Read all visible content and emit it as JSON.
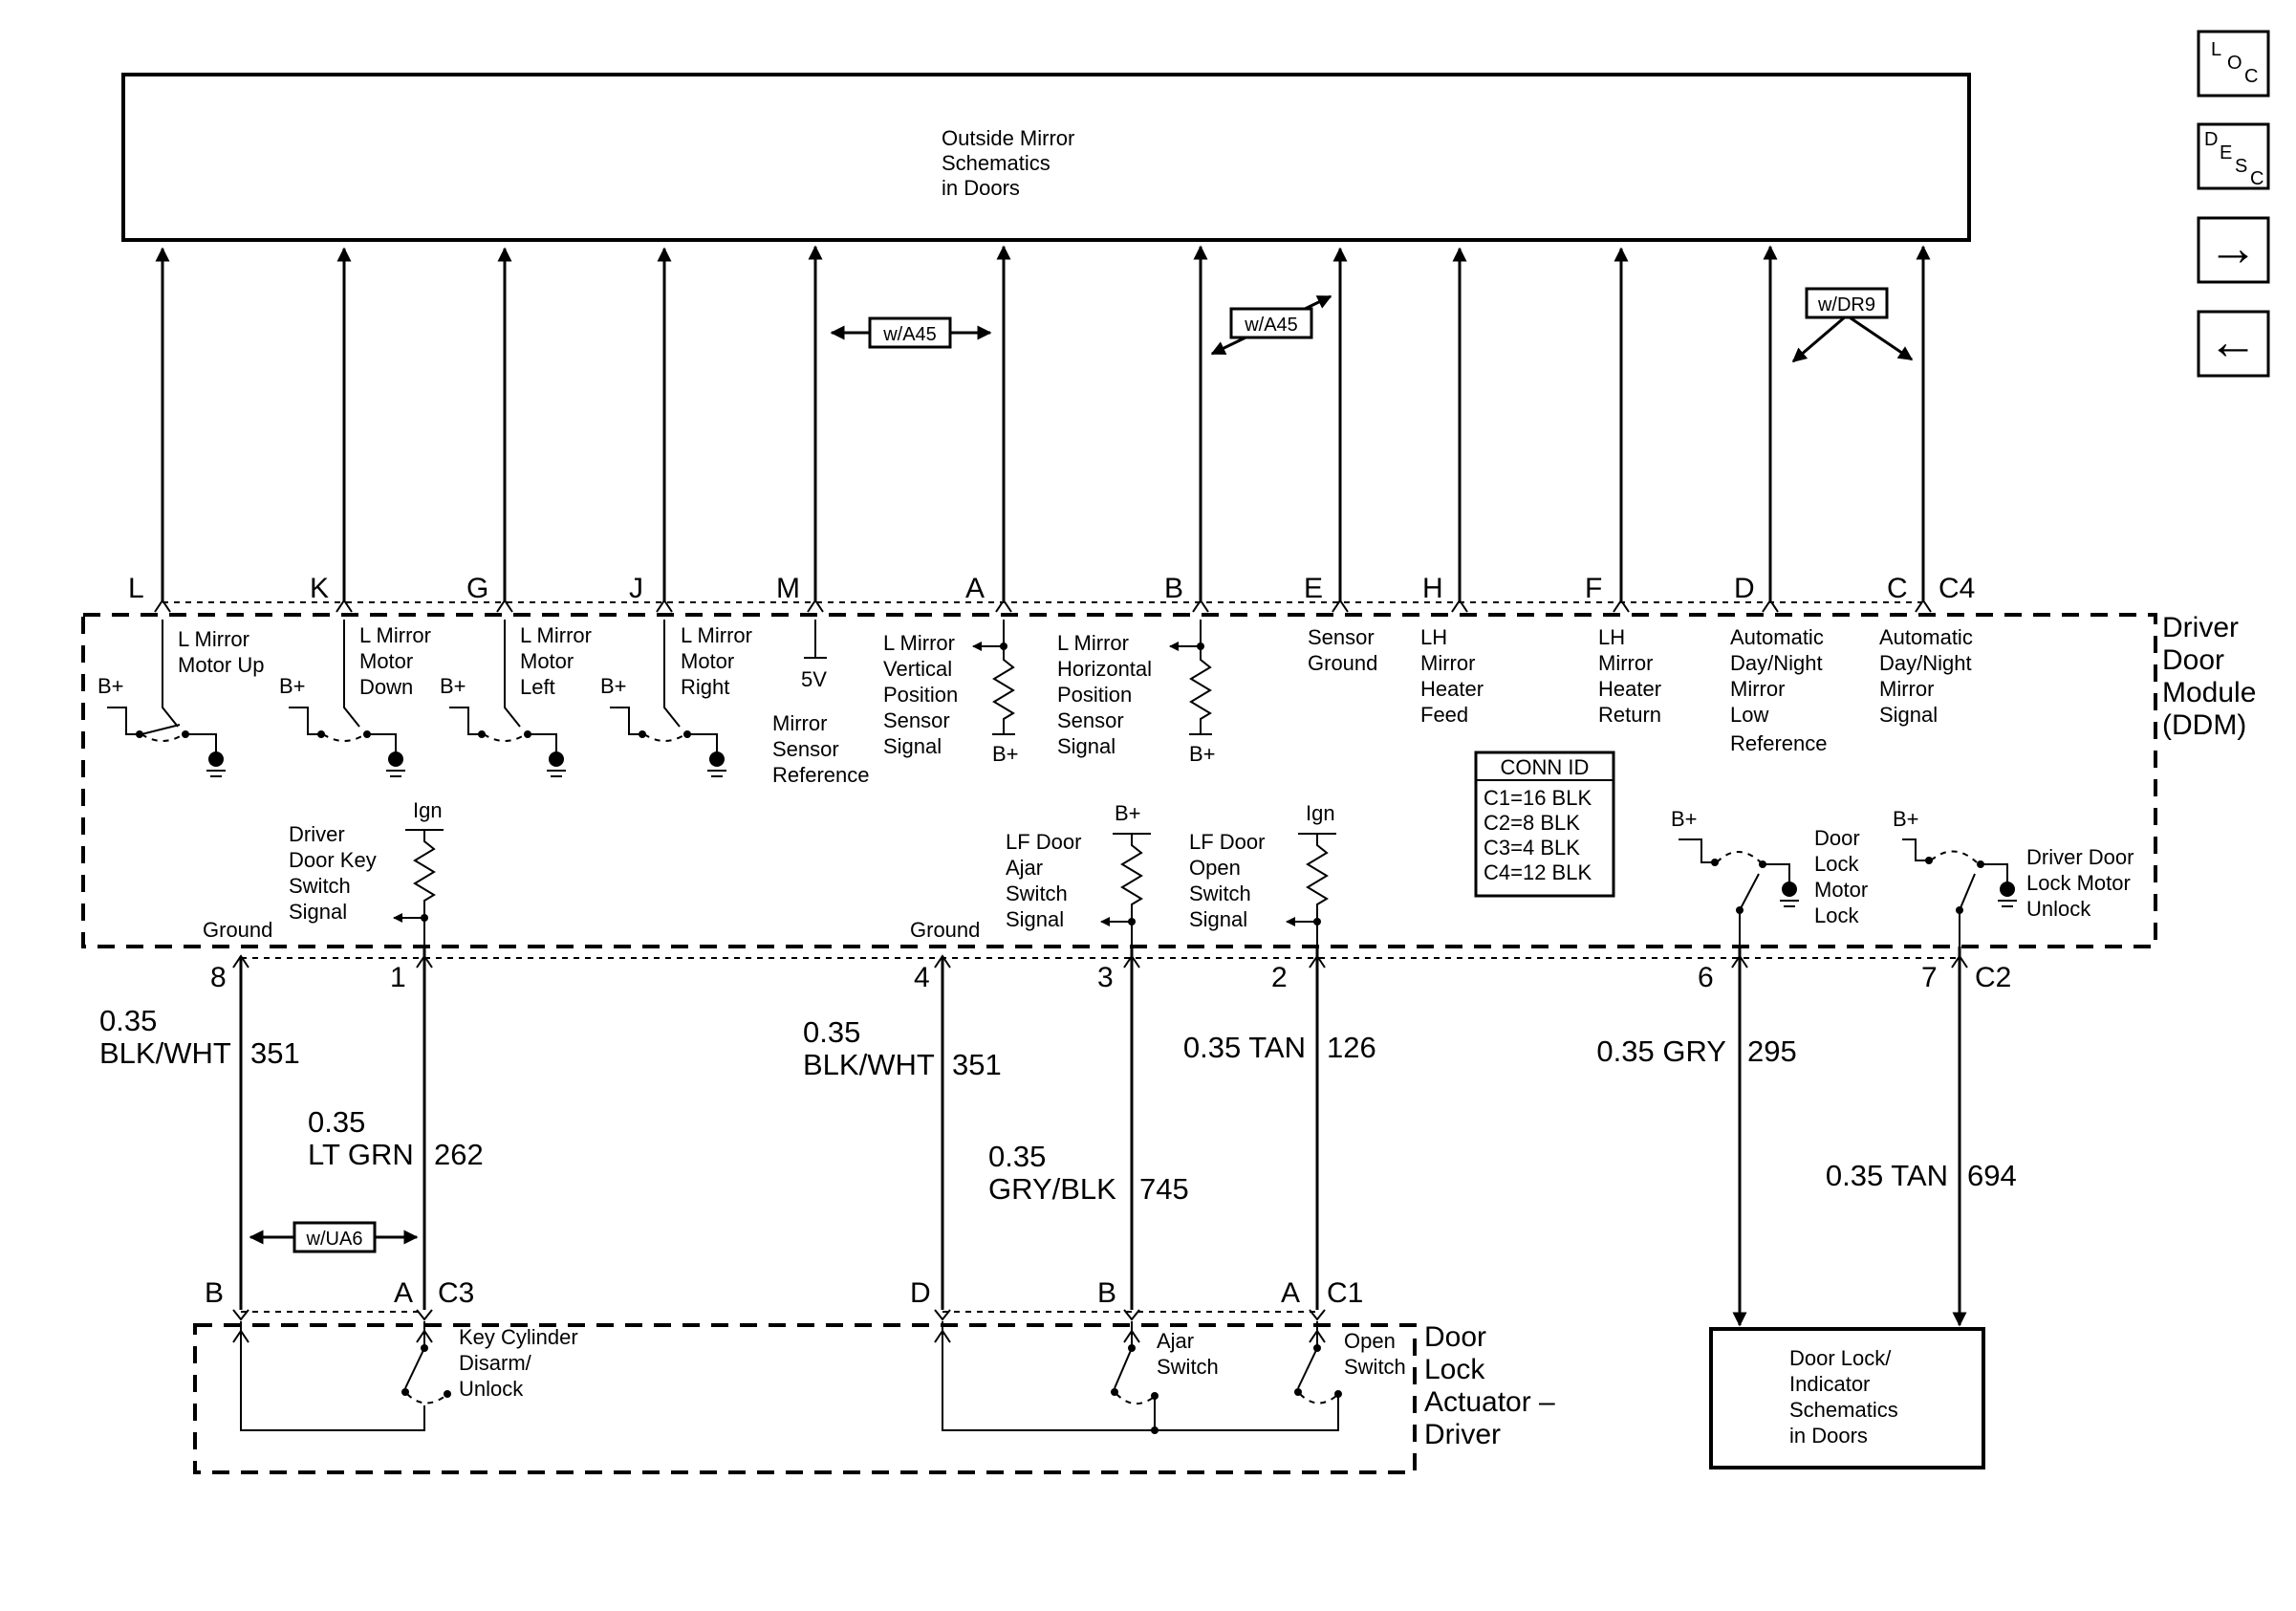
{
  "top_box": {
    "lines": [
      "Outside Mirror",
      "Schematics",
      "in Doors"
    ]
  },
  "module": {
    "lines": [
      "Driver",
      "Door",
      "Module",
      "(DDM)"
    ]
  },
  "actuator": {
    "lines": [
      "Door",
      "Lock",
      "Actuator –",
      "Driver"
    ]
  },
  "bottom_box": {
    "lines": [
      "Door Lock/",
      "Indicator",
      "Schematics",
      "in Doors"
    ]
  },
  "nav": {
    "loc": [
      "L",
      "O",
      "C"
    ],
    "desc": [
      "D",
      "E",
      "S",
      "C"
    ],
    "forward": "→",
    "back": "←"
  },
  "options": {
    "a45_left": "w/A45",
    "a45_right": "w/A45",
    "dr9": "w/DR9",
    "ua6": "w/UA6"
  },
  "conn_id": {
    "title": "CONN ID",
    "rows": [
      "C1=16 BLK",
      "C2=8 BLK",
      "C3=4 BLK",
      "C4=12 BLK"
    ]
  },
  "c4": {
    "name": "C4",
    "pins": [
      "L",
      "K",
      "G",
      "J",
      "M",
      "A",
      "B",
      "E",
      "H",
      "F",
      "D",
      "C"
    ],
    "circuits": [
      [
        "L Mirror",
        "Motor Up"
      ],
      [
        "L Mirror",
        "Motor",
        "Down"
      ],
      [
        "L Mirror",
        "Motor",
        "Left"
      ],
      [
        "L Mirror",
        "Motor",
        "Right"
      ],
      [
        "Mirror",
        "Sensor",
        "Reference"
      ],
      [
        "L Mirror",
        "Vertical",
        "Position",
        "Sensor",
        "Signal"
      ],
      [
        "L Mirror",
        "Horizontal",
        "Position",
        "Sensor",
        "Signal"
      ],
      [
        "Sensor",
        "Ground"
      ],
      [
        "LH",
        "Mirror",
        "Heater",
        "Feed"
      ],
      [
        "LH",
        "Mirror",
        "Heater",
        "Return"
      ],
      [
        "Automatic",
        "Day/Night",
        "Mirror",
        "Low",
        "Reference"
      ],
      [
        "Automatic",
        "Day/Night",
        "Mirror",
        "Signal"
      ]
    ]
  },
  "power": {
    "bplus": "B+",
    "ign": "Ign",
    "five_v": "5V",
    "ground": "Ground"
  },
  "c2_circuits": {
    "key_switch": [
      "Driver",
      "Door Key",
      "Switch",
      "Signal"
    ],
    "ajar": [
      "LF Door",
      "Ajar",
      "Switch",
      "Signal"
    ],
    "open": [
      "LF Door",
      "Open",
      "Switch",
      "Signal"
    ],
    "lock": [
      "Door",
      "Lock",
      "Motor",
      "Lock"
    ],
    "unlock": [
      "Driver Door",
      "Lock Motor",
      "Unlock"
    ]
  },
  "c2": {
    "name": "C2",
    "pins": [
      "8",
      "1",
      "4",
      "3",
      "2",
      "6",
      "7"
    ]
  },
  "wires": [
    {
      "size": "0.35",
      "color": "BLK/WHT",
      "circuit": "351"
    },
    {
      "size": "0.35",
      "color": "LT GRN",
      "circuit": "262"
    },
    {
      "size": "0.35",
      "color": "BLK/WHT",
      "circuit": "351"
    },
    {
      "size": "0.35",
      "color": "GRY/BLK",
      "circuit": "745"
    },
    {
      "label": "0.35 TAN",
      "circuit": "126"
    },
    {
      "label": "0.35 GRY",
      "circuit": "295"
    },
    {
      "label": "0.35 TAN",
      "circuit": "694"
    }
  ],
  "c3": {
    "name": "C3",
    "pins": [
      "B",
      "A"
    ]
  },
  "c1": {
    "name": "C1",
    "pins": [
      "D",
      "B",
      "A"
    ]
  },
  "switches": {
    "key_cylinder": [
      "Key Cylinder",
      "Disarm/",
      "Unlock"
    ],
    "ajar": [
      "Ajar",
      "Switch"
    ],
    "open": [
      "Open",
      "Switch"
    ]
  }
}
